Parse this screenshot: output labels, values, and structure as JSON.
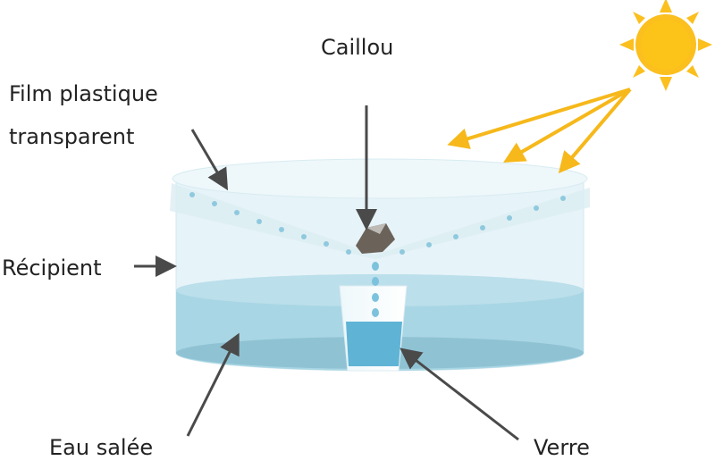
{
  "labels": {
    "pebble": "Caillou",
    "film_line1": "Film plastique",
    "film_line2": "transparent",
    "container": "Récipient",
    "salt_water": "Eau salée",
    "glass": "Verre"
  },
  "colors": {
    "sun": "#fbbf1e",
    "sun_arrows": "#f6b81a",
    "water": "#a9d6e4",
    "container": "#e3f2f7",
    "pointer": "#4a4a4a"
  }
}
